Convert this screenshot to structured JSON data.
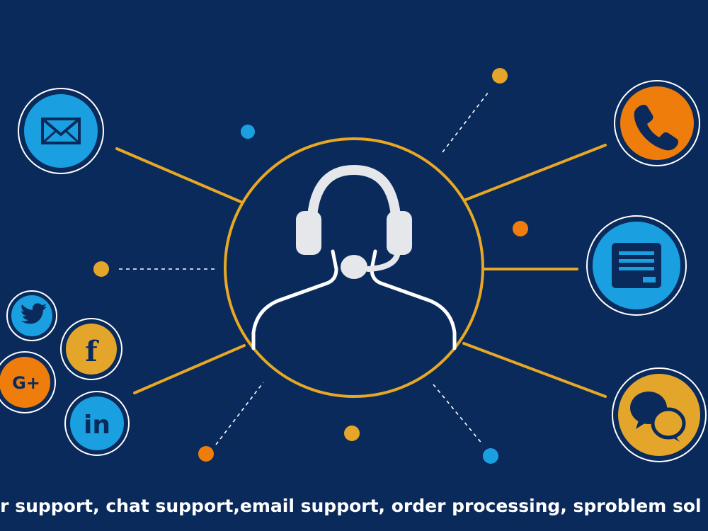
{
  "caption": "omer support, chat support,email support, order processing, sproblem sol",
  "colors": {
    "background": "#0a2a5c",
    "line": "#e8a823",
    "blue": "#1aa0e0",
    "orange": "#ef7d0b",
    "gold": "#e3a62b",
    "white": "#ffffff",
    "grey": "#e6e7ea"
  },
  "icons": {
    "center": "headset-agent-icon",
    "left": [
      "email-icon",
      "twitter-icon",
      "facebook-icon",
      "google-plus-icon",
      "linkedin-icon"
    ],
    "right": [
      "phone-icon",
      "document-icon",
      "chat-bubbles-icon"
    ]
  },
  "social_labels": {
    "facebook": "f",
    "google_plus": "G+",
    "linkedin": "in"
  }
}
